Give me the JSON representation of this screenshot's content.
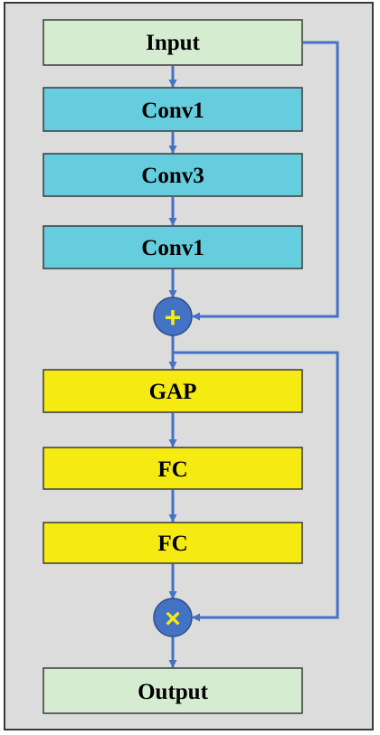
{
  "blocks": {
    "input": {
      "label": "Input",
      "fill": "#d5ecd0"
    },
    "conv1_a": {
      "label": "Conv1",
      "fill": "#66cddf"
    },
    "conv3": {
      "label": "Conv3",
      "fill": "#66cddf"
    },
    "conv1_b": {
      "label": "Conv1",
      "fill": "#66cddf"
    },
    "gap": {
      "label": "GAP",
      "fill": "#f5eb13"
    },
    "fc1": {
      "label": "FC",
      "fill": "#f5eb13"
    },
    "fc2": {
      "label": "FC",
      "fill": "#f5eb13"
    },
    "output": {
      "label": "Output",
      "fill": "#d5ecd0"
    }
  },
  "operators": {
    "add": {
      "symbol": "+",
      "fill": "#4472c4",
      "symbol_color": "#f5eb13"
    },
    "multiply": {
      "symbol": "×",
      "fill": "#4472c4",
      "symbol_color": "#f5eb13"
    }
  },
  "colors": {
    "arrow": "#4472c4",
    "panel_background": "#dcdcdc",
    "panel_border": "#3a3a3a",
    "block_border": "#3a3a3a"
  }
}
